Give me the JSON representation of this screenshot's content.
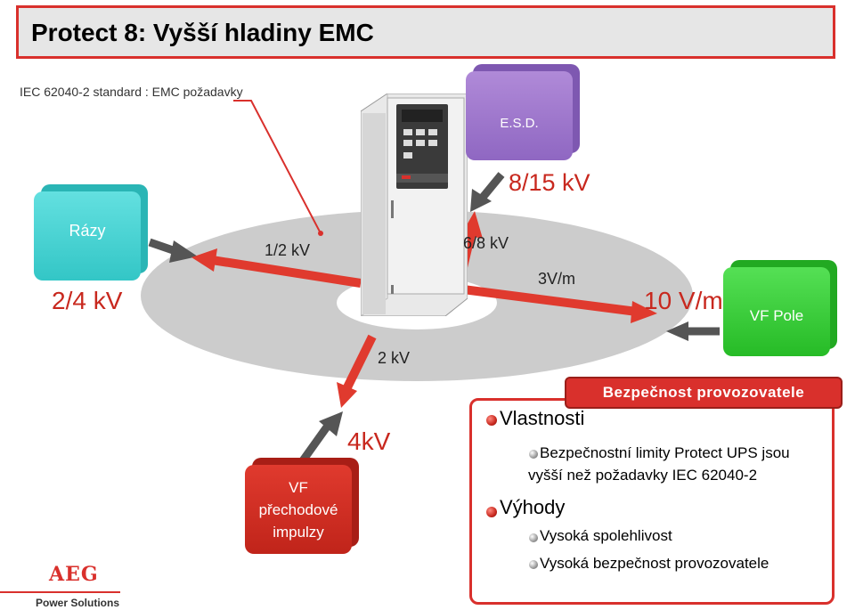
{
  "header": {
    "title": "Protect 8: Vyšší hladiny EMC",
    "subtitle": "IEC 62040-2 standard : EMC požadavky"
  },
  "boxes": {
    "esd": "E.S.D.",
    "razy": "Rázy",
    "vf_pole": "VF Pole",
    "vf_prechodove": "VF přechodové impulzy"
  },
  "values": {
    "esd_value": "8/15 kV",
    "esd_std": "6/8 kV",
    "razy_value": "2/4 kV",
    "razy_std": "1/2 kV",
    "pole_value": "10 V/m",
    "pole_std": "3V/m",
    "vf_std": "2 kV",
    "vf_value": "4kV"
  },
  "panel": {
    "header": "Bezpečnost provozovatele",
    "section1": "Vlastnosti",
    "item1_line1": "Bezpečnostní limity Protect UPS jsou",
    "item1_line2": "vyšší než požadavky IEC 62040-2",
    "section2": "Výhody",
    "item2": "Vysoká spolehlivost",
    "item3": "Vysoká bezpečnost provozovatele"
  },
  "logo": {
    "brand": "AEG",
    "tagline": "Power Solutions"
  },
  "colors": {
    "accent_red": "#d9302c",
    "esd_purple": "#9b73c9",
    "razy_teal": "#3fd0d0",
    "pole_green": "#2ecc2e",
    "vf_red": "#c8281e",
    "disc_gray": "#cccccc"
  }
}
